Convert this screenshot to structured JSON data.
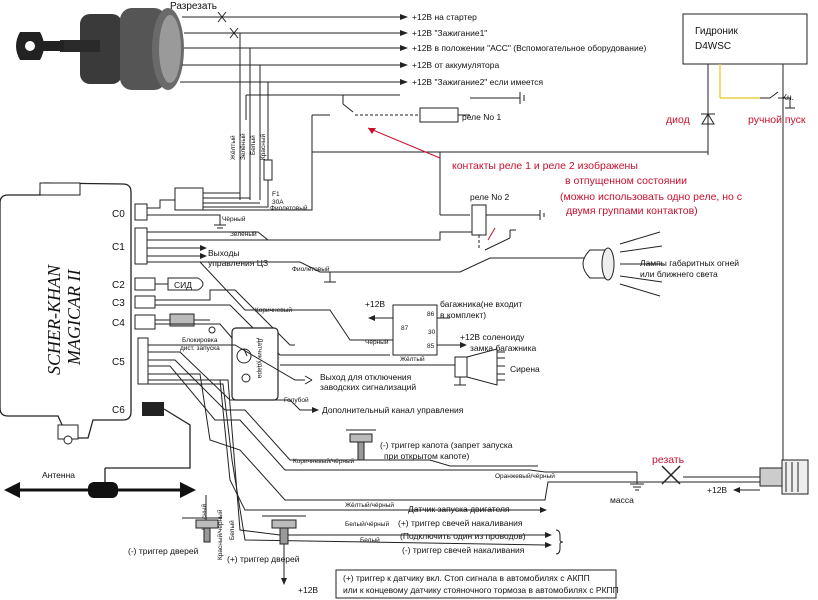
{
  "ignition": {
    "cut_label": "Разрезать"
  },
  "ignition_wires": [
    "+12В на стартер",
    "+12В \"Зажигание1\"",
    "+12В в положении \"АСС\" (Вспомогательное оборудование)",
    "+12В от аккумулятора",
    "+12В \"Зажигание2\" если имеется"
  ],
  "vertical_wire_labels": [
    "Жёлтый",
    "Зелёный",
    "Белый",
    "Красный"
  ],
  "fuse": {
    "name": "F1",
    "rating": "30А"
  },
  "gidronik": {
    "title": "Гидроник",
    "model": "D4WSC"
  },
  "diode_label": "диод",
  "manual_start_label": "ручной пуск",
  "button_label": "Кн.",
  "relay1_label": "реле No 1",
  "relay2_label": "реле No 2",
  "relay_note": [
    "контакты реле 1 и реле 2 изображены",
    "в отпущенном состоянии",
    "(можно использовать одно реле, но с",
    "двумя группами контактов)"
  ],
  "unit": {
    "brand": "SCHER-KHAN",
    "model": "MAGICAR II",
    "connectors": [
      "C0",
      "C1",
      "C2",
      "C3",
      "C4",
      "C5",
      "C6"
    ]
  },
  "wire_colors": {
    "violet": "Фиолетовый",
    "black": "Чёрный",
    "green": "Зелёный",
    "violet2": "Фиолетовый",
    "brown": "Коричневый",
    "blue": "Голубой",
    "brown_black": "Коричневый/чёрный",
    "orange_black": "Оранжевый/чёрный",
    "yellow_black": "Жёлтый/чёрный",
    "white_black": "Белый/чёрный",
    "white": "Белый",
    "red_black": "Красный/чёрный",
    "red": "Красный",
    "black2": "Чёрный",
    "yellow": "Жёлтый"
  },
  "labels": {
    "cz_outputs": "Выходы\nуправления ЦЗ",
    "lamps": "Лампы габаритных огней\nили ближнего света",
    "plus12": "+12В",
    "trunk": "багажника(не входит\nв комплект)",
    "trunk_solenoid": "+12В соленоиду\nзамка багажника",
    "sid": "СИД",
    "remote_block": "Блокировка\nдист. запуска",
    "siren": "Сирена",
    "shock_sensor": "Датчик удара",
    "factory_alarm": "Выход для отключения\nзаводских сигнализаций",
    "extra_channel": "Дополнительный канал управления",
    "hood_trigger": "(-) триггер капота (запрет запуска\nпри открытом капоте)",
    "antenna": "Антенна",
    "ground": "масса",
    "cut": "резать",
    "engine_sensor": "Датчик запуска двигателя",
    "glow_trigger_plus": "(+) триггер свечей накаливания",
    "connect_one": "(Подключить один из проводов)",
    "glow_trigger_minus": "(-) триггер свечей накаливания",
    "door_trigger_minus": "(-) триггер дверей",
    "door_trigger_plus": "(+) триггер дверей",
    "plus12_bottom": "+12В",
    "plus12_sensor": "+12В",
    "footnote": "(+) триггер к датчику вкл. Стоп сигнала в автомобилях с АКПП\nили к концевому датчику стояночного тормоза в автомобилях с РКПП"
  },
  "relay_pins": [
    "86",
    "87",
    "30",
    "85"
  ],
  "colors": {
    "accent_red": "#c8102e",
    "gidronik_wire": "#e8c51a"
  }
}
